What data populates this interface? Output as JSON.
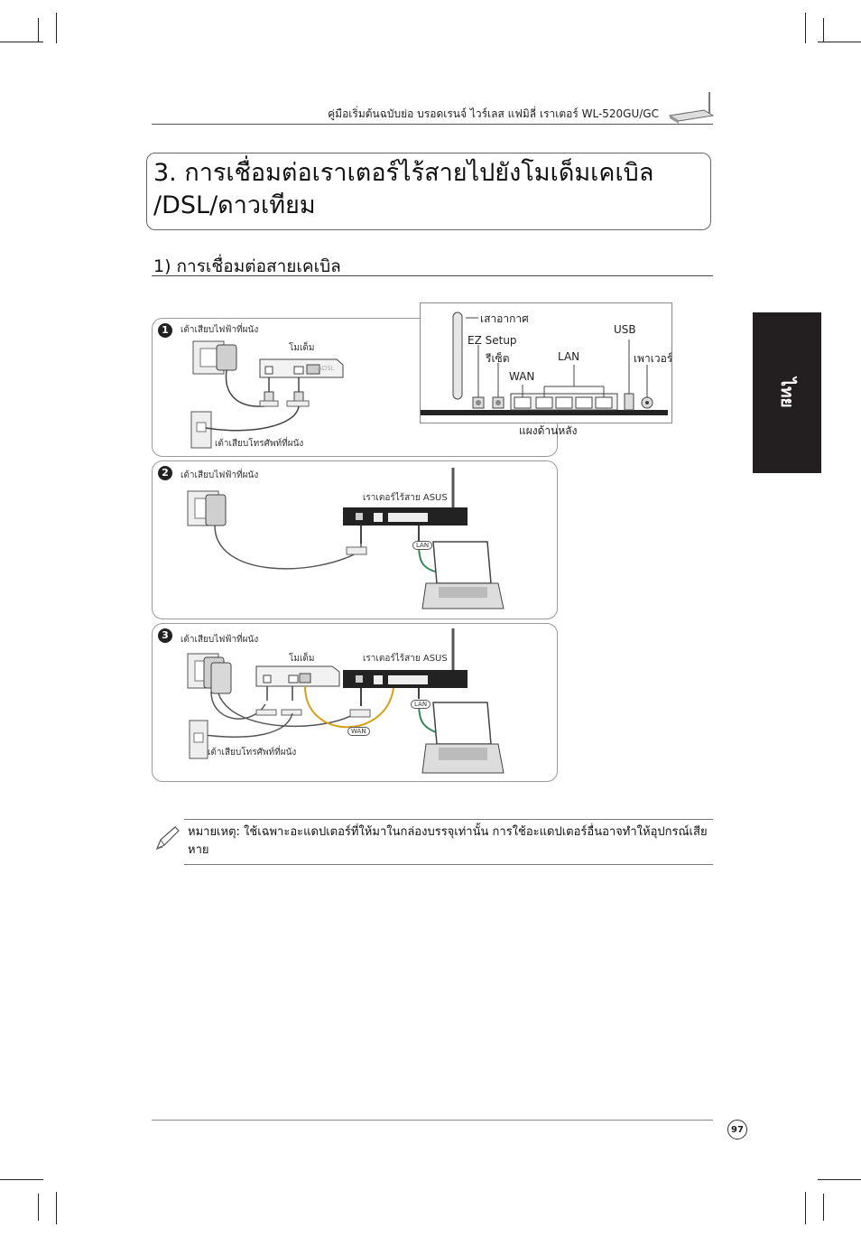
{
  "header": {
    "text": "คู่มือเริ่มต้นฉบับย่อ บรอดเรนจ์ ไวร์เลส แฟมิลี่ เราเตอร์ WL-520GU/GC"
  },
  "title": {
    "line1": "3. การเชื่อมต่อเราเตอร์ไร้สายไปยังโมเด็มเคเบิล",
    "line2": "/DSL/ดาวเทียม"
  },
  "section": {
    "heading": "1) การเชื่อมต่อสายเคเบิล"
  },
  "side_tab": {
    "label": "ไทย"
  },
  "inset": {
    "antenna": "เสาอากาศ",
    "ez_setup": "EZ Setup",
    "reset": "รีเซ็ต",
    "wan": "WAN",
    "lan": "LAN",
    "usb": "USB",
    "power": "เพาเวอร์",
    "caption": "แผงด้านหลัง"
  },
  "panel1": {
    "step": "1",
    "power_outlet": "เต้าเสียบไฟฟ้าที่ผนัง",
    "modem": "โมเด็ม",
    "modem_brand": "ADSL",
    "phone_outlet": "เต้าเสียบโทรศัพท์ที่ผนัง"
  },
  "panel2": {
    "step": "2",
    "power_outlet": "เต้าเสียบไฟฟ้าที่ผนัง",
    "router": "เราเตอร์ไร้สาย ASUS",
    "lan_tag": "LAN"
  },
  "panel3": {
    "step": "3",
    "power_outlet": "เต้าเสียบไฟฟ้าที่ผนัง",
    "modem": "โมเด็ม",
    "router": "เราเตอร์ไร้สาย ASUS",
    "wan_tag": "WAN",
    "lan_tag": "LAN",
    "phone_outlet": "เต้าเสียบโทรศัพท์ที่ผนัง"
  },
  "note": {
    "text": "หมายเหตุ: ใช้เฉพาะอะแดปเตอร์ที่ให้มาในกล่องบรรจุเท่านั้น การใช้อะแดปเตอร์อื่นอาจทำให้อุปกรณ์เสียหาย"
  },
  "footer": {
    "page_number": "97"
  }
}
